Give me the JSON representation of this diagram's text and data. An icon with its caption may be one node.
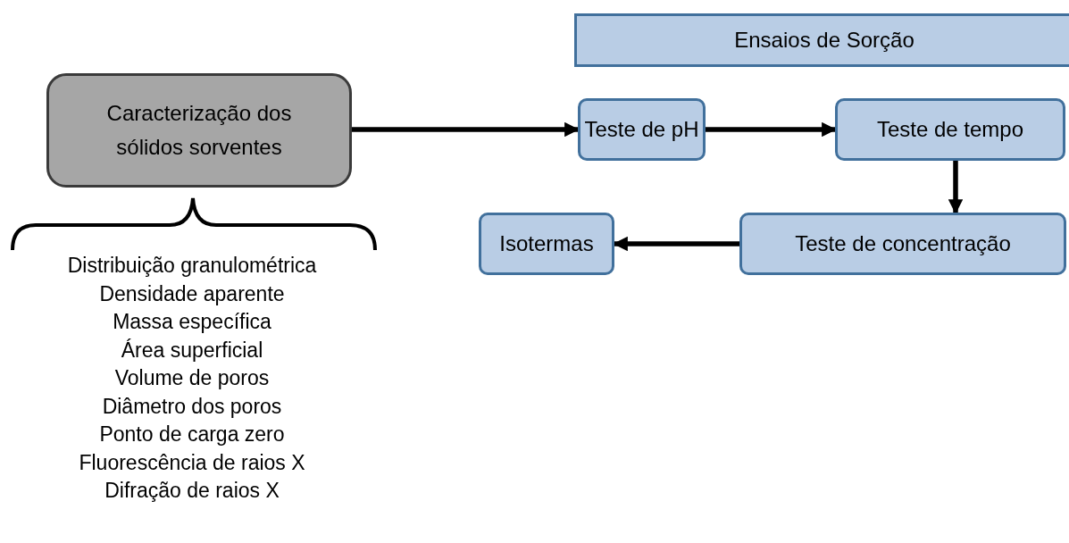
{
  "diagram": {
    "nodes": [
      {
        "text": [
          "Caracterização dos sólidos sorventes"
        ]
      },
      {
        "text": [
          "Ensaios de Sorção"
        ]
      },
      {
        "text": [
          "Teste de pH"
        ]
      },
      {
        "text": [
          "Teste de tempo"
        ]
      },
      {
        "text": [
          "Teste de concentração"
        ]
      },
      {
        "text": [
          "Isotermas"
        ]
      }
    ],
    "edges": [
      {
        "from": 0,
        "to": 2,
        "arrow": "to"
      },
      {
        "from": 2,
        "to": 3,
        "arrow": "to"
      },
      {
        "from": 3,
        "to": 4,
        "arrow": "to"
      },
      {
        "from": 4,
        "to": 5,
        "arrow": "to"
      }
    ],
    "labels": [
      "Distribuição granulométrica",
      "Densidade aparente",
      "Massa específica",
      "Área superficial",
      "Volume de poros",
      "Diâmetro dos poros",
      "Ponto de carga zero",
      "Fluorescência de raios X",
      "Difração de raios X"
    ]
  }
}
